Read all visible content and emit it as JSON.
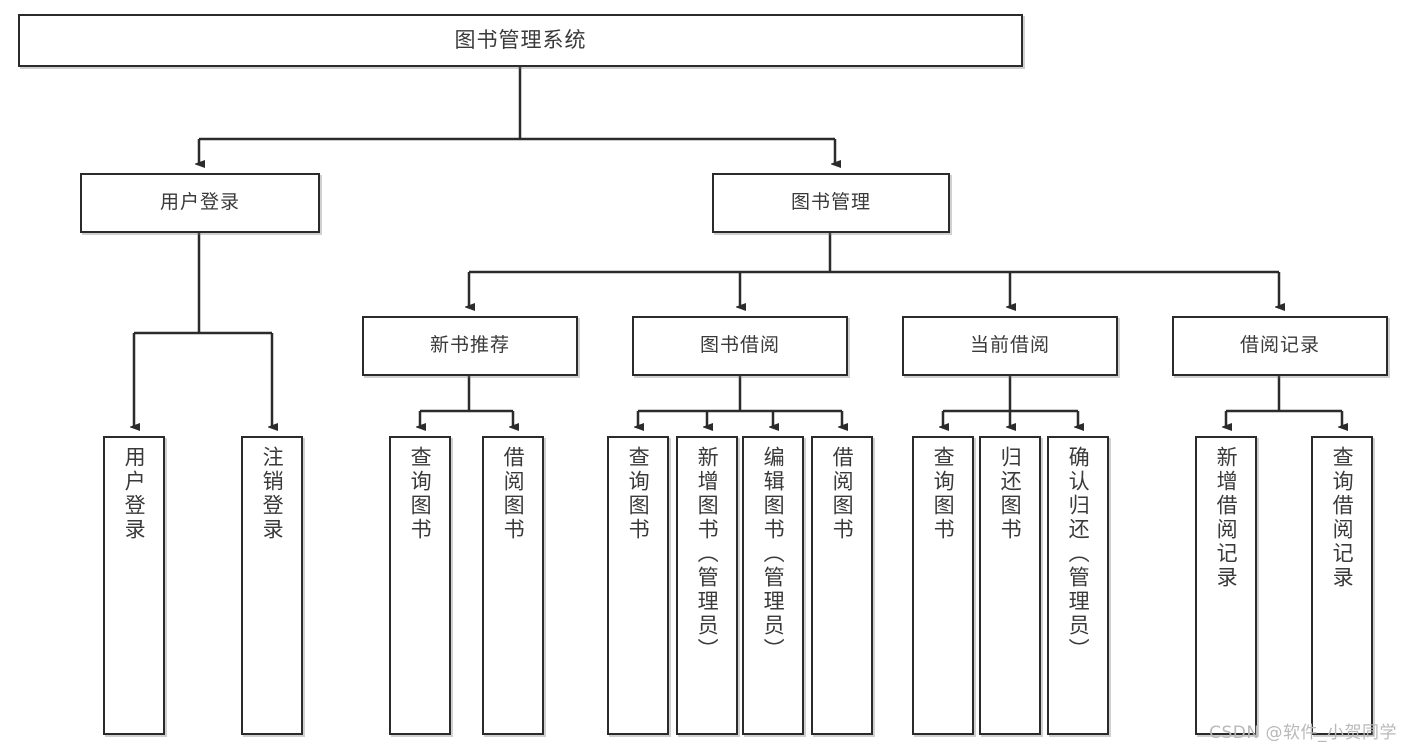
{
  "diagram": {
    "type": "tree-hierarchy-diagram",
    "title": "图书管理系统",
    "watermark": "CSDN @软件_小贺同学",
    "colors": {
      "border": "#2b2b2b",
      "text": "#3a3a3a",
      "background": "#ffffff",
      "watermark": "#b9b9b9"
    },
    "nodes": {
      "root": {
        "label": "图书管理系统"
      },
      "level1": [
        {
          "label": "用户登录"
        },
        {
          "label": "图书管理"
        }
      ],
      "level2": [
        {
          "label": "新书推荐"
        },
        {
          "label": "图书借阅"
        },
        {
          "label": "当前借阅"
        },
        {
          "label": "借阅记录"
        }
      ],
      "leaves": {
        "user_login": [
          {
            "label": "用户登录"
          },
          {
            "label": "注销登录"
          }
        ],
        "new_book_recommend": [
          {
            "label": "查询图书"
          },
          {
            "label": "借阅图书"
          }
        ],
        "book_borrow": [
          {
            "label": "查询图书"
          },
          {
            "label": "新增图书（管理员）"
          },
          {
            "label": "编辑图书（管理员）"
          },
          {
            "label": "借阅图书"
          }
        ],
        "current_borrow": [
          {
            "label": "查询图书"
          },
          {
            "label": "归还图书"
          },
          {
            "label": "确认归还（管理员）"
          }
        ],
        "borrow_record": [
          {
            "label": "新增借阅记录"
          },
          {
            "label": "查询借阅记录"
          }
        ]
      }
    }
  }
}
